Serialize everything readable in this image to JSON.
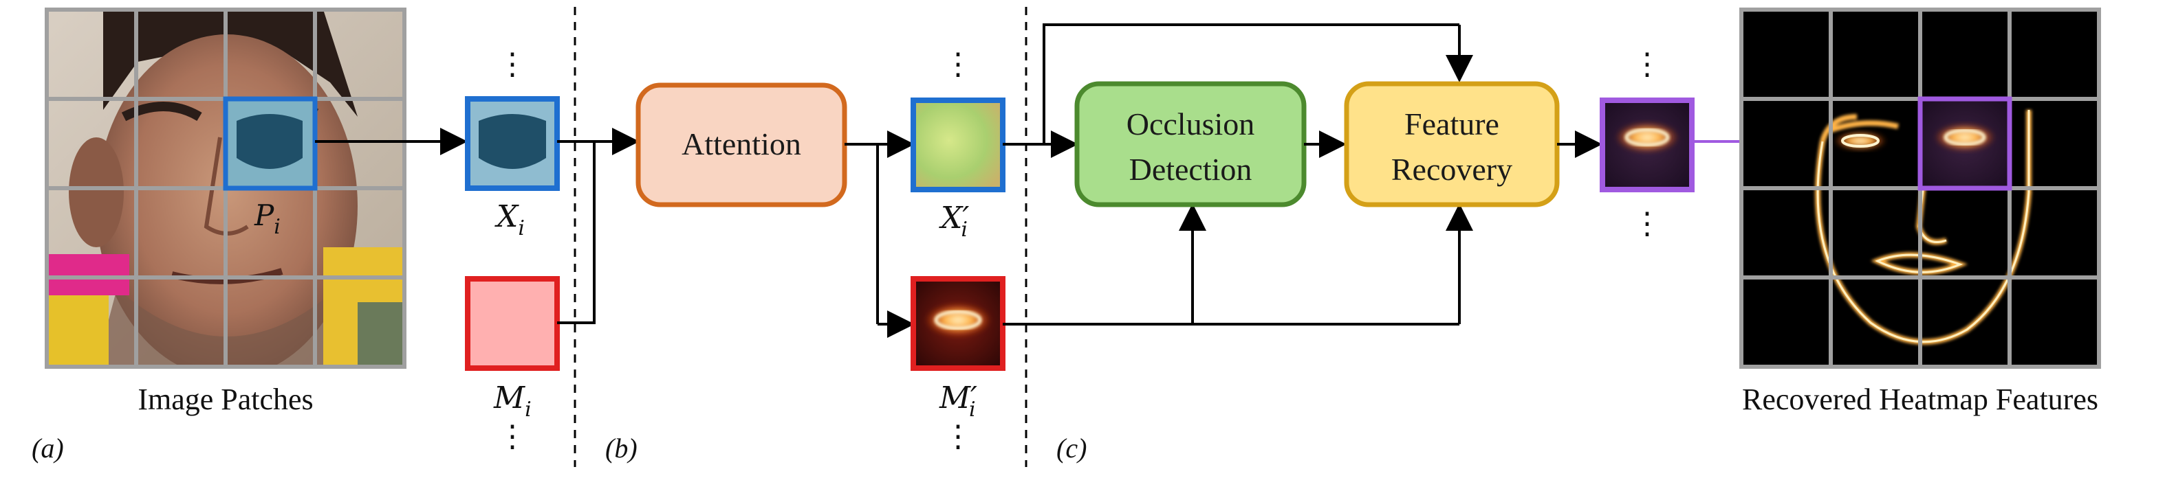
{
  "labels": {
    "image_patches": "Image Patches",
    "recovered": "Recovered Heatmap Features",
    "sec_a": "(a)",
    "sec_b": "(b)",
    "sec_c": "(c)"
  },
  "math": {
    "p_i": "P",
    "p_sub": "i",
    "x_i": "X",
    "x_sub": "i",
    "m_i": "M",
    "m_sub": "i",
    "x_prime": "X′",
    "x_prime_sub": "i",
    "m_prime": "M′",
    "m_prime_sub": "i"
  },
  "modules": {
    "attention": "Attention",
    "occlusion_line1": "Occlusion",
    "occlusion_line2": "Detection",
    "recovery_line1": "Feature",
    "recovery_line2": "Recovery"
  },
  "ellipsis": "⋮",
  "colors": {
    "patch_blue": "#1f6fd0",
    "mask_red": "#e02020",
    "attention_fill": "#f9d5c2",
    "attention_stroke": "#d2691e",
    "occlusion_fill": "#a9de8c",
    "occlusion_stroke": "#4c8a2e",
    "recovery_fill": "#ffe28a",
    "recovery_stroke": "#d4a017",
    "recovered_purple": "#a05ae0",
    "grid_gray": "#a0a0a0"
  }
}
